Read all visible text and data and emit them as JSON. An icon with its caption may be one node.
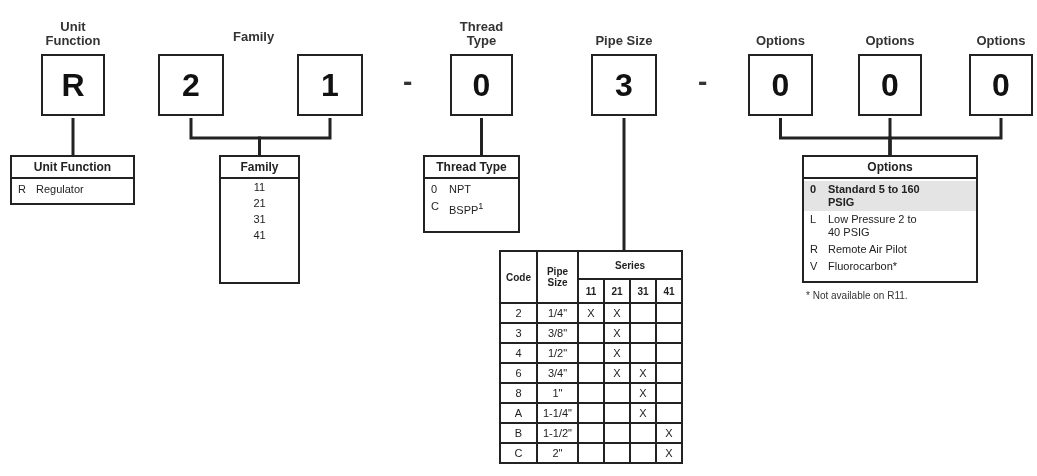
{
  "diagram": {
    "nodes": [
      {
        "text": [
          "Unit Function",
          "R"
        ]
      },
      {
        "text": [
          "2"
        ]
      },
      {
        "text": [
          "1"
        ]
      },
      {
        "text": [
          "Thread Type",
          "0"
        ]
      },
      {
        "text": [
          "Pipe Size",
          "3"
        ]
      },
      {
        "text": [
          "Options",
          "0"
        ]
      },
      {
        "text": [
          "Options",
          "0"
        ]
      },
      {
        "text": [
          "Options",
          "0"
        ]
      },
      {
        "text": [
          "Unit Function",
          "R",
          "Regulator"
        ]
      },
      {
        "text": [
          "Family",
          "11",
          "21",
          "31",
          "41"
        ]
      },
      {
        "text": [
          "Thread Type",
          "0",
          "NPT",
          "C",
          "BSPP$^{1}$"
        ]
      },
      {
        "text": [
          "Code",
          "Pipe Size",
          "Series",
          "11",
          "21",
          "31",
          "41",
          "2",
          "1/4\"",
          "X",
          "X",
          "3",
          "3/8\"",
          "X",
          "4",
          "1/2\"",
          "X",
          "6",
          "3/4\"",
          "X",
          "X",
          "8",
          "1\"",
          "X",
          "A",
          "1-1/4\"",
          "X",
          "B",
          "1-1/2\"",
          "X",
          "C",
          "2\"",
          "X"
        ]
      },
      {
        "text": [
          "Options",
          "0",
          "Standard 5 to 160 PSIG",
          "L",
          "Low Pressure 2 to 40 PSIG",
          "R",
          "Remote Air Pilot",
          "V",
          "Fluorocarbon*"
        ],
        "beside": [
          "* Not available on R11."
        ]
      }
    ],
    "edges": [
      {
        "from": 0,
        "to": 8,
        "arrow": "none"
      },
      {
        "from": 1,
        "to": 9,
        "arrow": "none"
      },
      {
        "from": 2,
        "to": 9,
        "arrow": "none"
      },
      {
        "from": 3,
        "to": 10,
        "arrow": "none"
      },
      {
        "from": 4,
        "to": 11,
        "arrow": "none"
      },
      {
        "from": 5,
        "to": 12,
        "arrow": "none"
      },
      {
        "from": 6,
        "to": 12,
        "arrow": "none"
      },
      {
        "from": 7,
        "to": 12,
        "arrow": "none"
      }
    ],
    "labels": [
      "Family",
      "-",
      "-"
    ]
  }
}
